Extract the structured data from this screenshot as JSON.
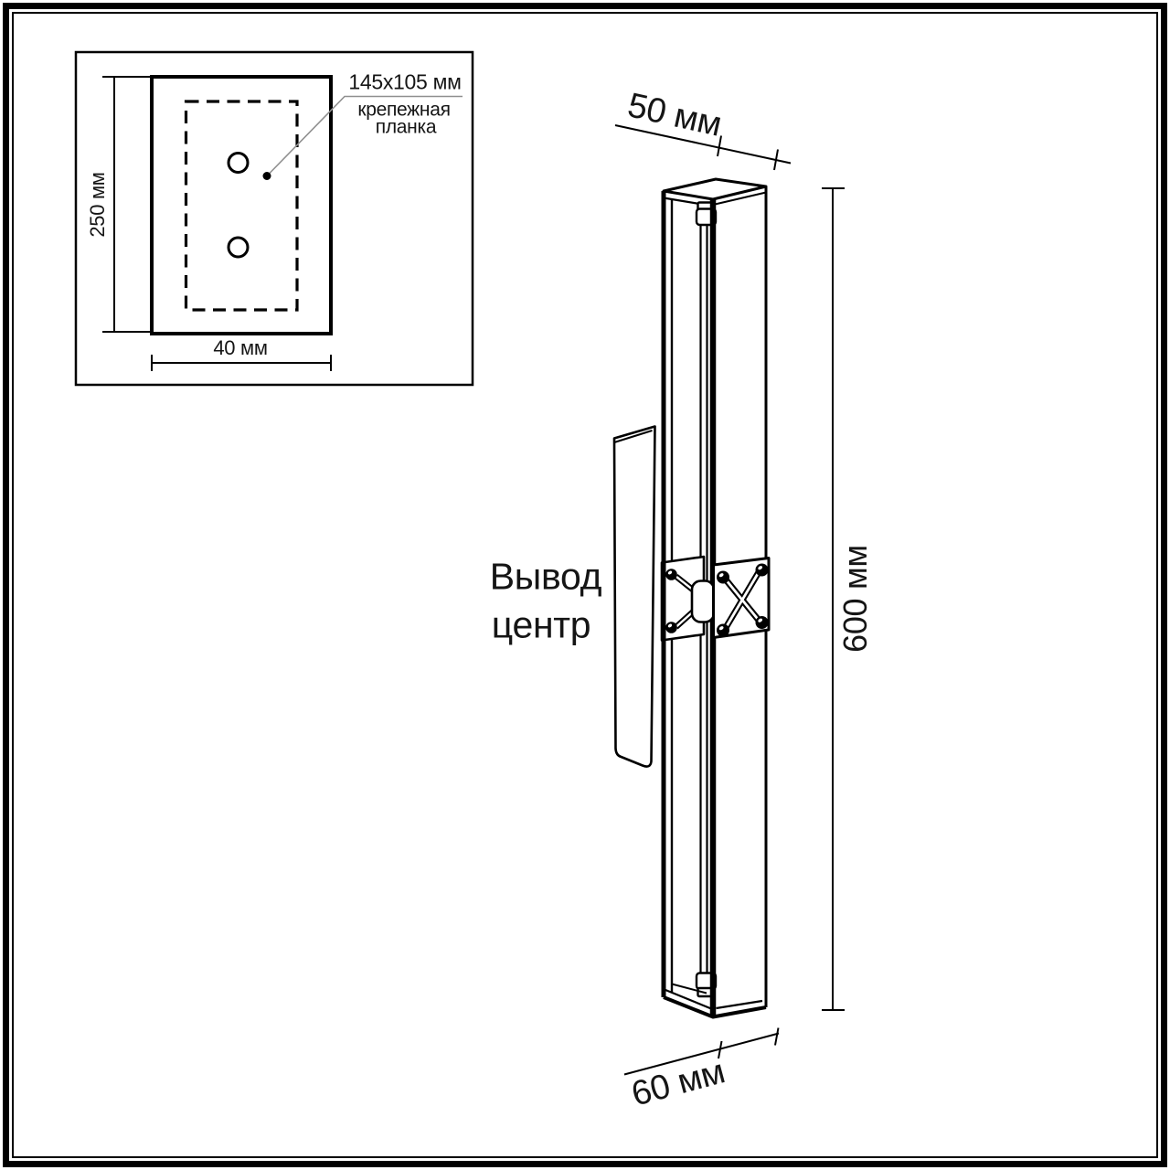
{
  "inset": {
    "height_dim": "250 мм",
    "width_dim": "40 мм",
    "note_size": "145x105 мм",
    "note_word1": "крепежная",
    "note_word2": "планка"
  },
  "fixture": {
    "depth_dim": "50 мм",
    "height_dim": "600 мм",
    "width_dim": "60 мм",
    "outlet_word1": "Вывод",
    "outlet_word2": "центр"
  },
  "colors": {
    "line": "#000000",
    "text": "#151515",
    "leader": "#8f8f8f"
  }
}
